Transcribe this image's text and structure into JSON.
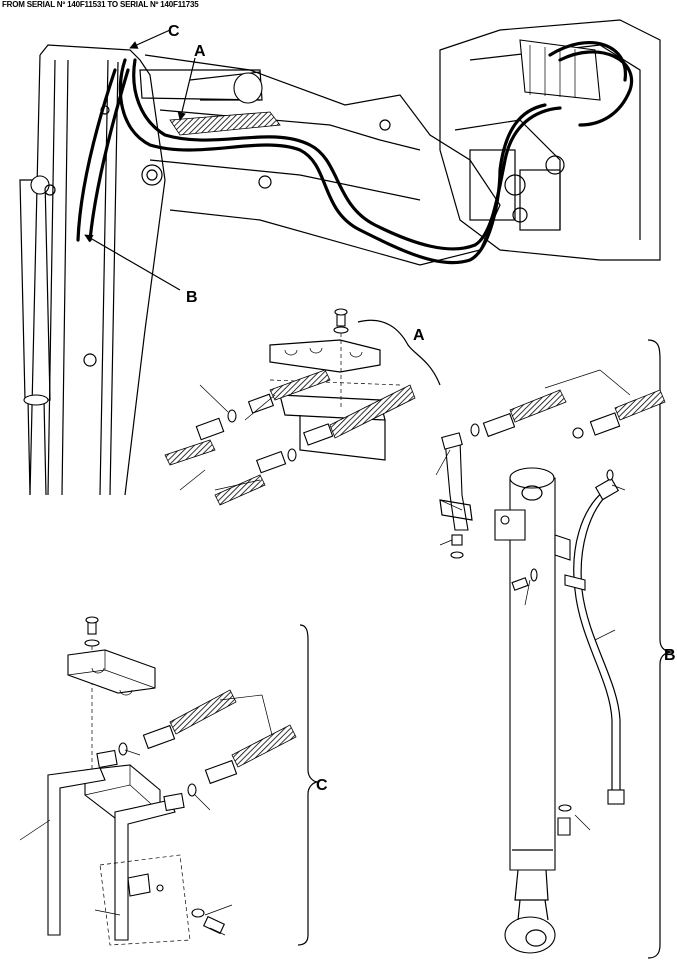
{
  "header": {
    "title": "FROM SERIAL Nº 140F11531 TO SERIAL Nº 140F11735"
  },
  "callouts": {
    "a_top": "A",
    "b_top": "B",
    "c_top": "C",
    "a_detail": "A",
    "b_detail": "B",
    "c_detail": "C"
  }
}
